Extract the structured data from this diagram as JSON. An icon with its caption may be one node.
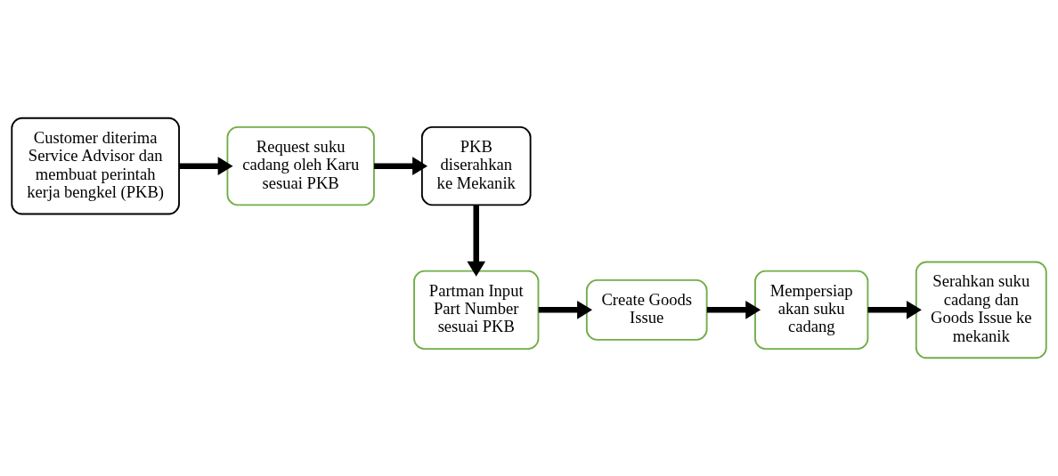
{
  "diagram": {
    "nodes": [
      {
        "text": [
          "Customer diterima Service Advisor dan membuat perintah kerja bengkel (PKB)"
        ]
      },
      {
        "text": [
          "Request suku cadang oleh Karu sesuai PKB"
        ]
      },
      {
        "text": [
          "PKB diserahkan ke Mekanik"
        ]
      },
      {
        "text": [
          "Partman Input Part Number sesuai PKB"
        ]
      },
      {
        "text": [
          "Create Goods Issue"
        ]
      },
      {
        "text": [
          "Mempersiap akan suku cadang"
        ]
      },
      {
        "text": [
          "Serahkan suku cadang dan Goods Issue ke mekanik"
        ]
      }
    ],
    "edges": [
      {
        "from": 0,
        "to": 1,
        "arrow": "to"
      },
      {
        "from": 1,
        "to": 2,
        "arrow": "to"
      },
      {
        "from": 2,
        "to": 3,
        "arrow": "to"
      },
      {
        "from": 3,
        "to": 4,
        "arrow": "to"
      },
      {
        "from": 4,
        "to": 5,
        "arrow": "to"
      },
      {
        "from": 5,
        "to": 6,
        "arrow": "to"
      }
    ]
  }
}
